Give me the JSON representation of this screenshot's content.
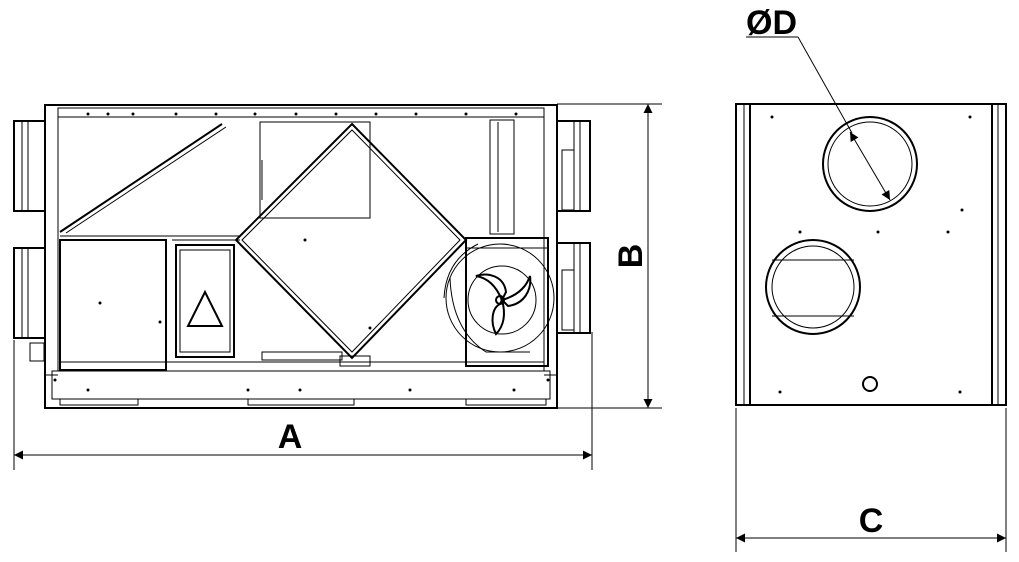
{
  "dimensions": {
    "a_label": "A",
    "b_label": "B",
    "c_label": "C",
    "d_label": "ØD"
  }
}
